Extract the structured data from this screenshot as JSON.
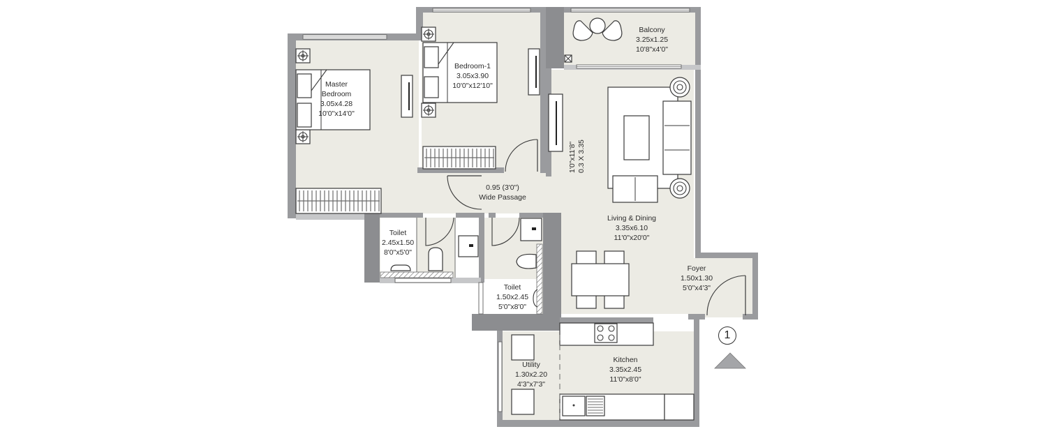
{
  "plan": {
    "rooms": [
      {
        "id": "master-bedroom",
        "name": "Master",
        "name2": "Bedroom",
        "metric": "3.05x4.28",
        "imperial": "10'0\"x14'0\""
      },
      {
        "id": "bedroom-1",
        "name": "Bedroom-1",
        "metric": "3.05x3.90",
        "imperial": "10'0\"x12'10\""
      },
      {
        "id": "balcony",
        "name": "Balcony",
        "metric": "3.25x1.25",
        "imperial": "10'8\"x4'0\""
      },
      {
        "id": "passage",
        "name": "Wide Passage",
        "metric": "0.95 (3'0\")"
      },
      {
        "id": "living-dining",
        "name": "Living & Dining",
        "metric": "3.35x6.10",
        "imperial": "11'0\"x20'0\""
      },
      {
        "id": "toilet-1",
        "name": "Toilet",
        "metric": "2.45x1.50",
        "imperial": "8'0\"x5'0\""
      },
      {
        "id": "toilet-2",
        "name": "Toilet",
        "metric": "1.50x2.45",
        "imperial": "5'0\"x8'0\""
      },
      {
        "id": "foyer",
        "name": "Foyer",
        "metric": "1.50x1.30",
        "imperial": "5'0\"x4'3\""
      },
      {
        "id": "utility",
        "name": "Utility",
        "metric": "1.30x2.20",
        "imperial": "4'3\"x7'3\""
      },
      {
        "id": "kitchen",
        "name": "Kitchen",
        "metric": "3.35x2.45",
        "imperial": "11'0\"x8'0\""
      }
    ],
    "storage_note": {
      "imperial": "1'0\"x11'8\"",
      "metric": "0.3 X 3.35"
    },
    "entrance_marker": "1",
    "colors": {
      "floor": "#ecebe4",
      "wall": "#9a9b9e",
      "furniture": "#ffffff",
      "line": "#3a3a3a"
    }
  }
}
